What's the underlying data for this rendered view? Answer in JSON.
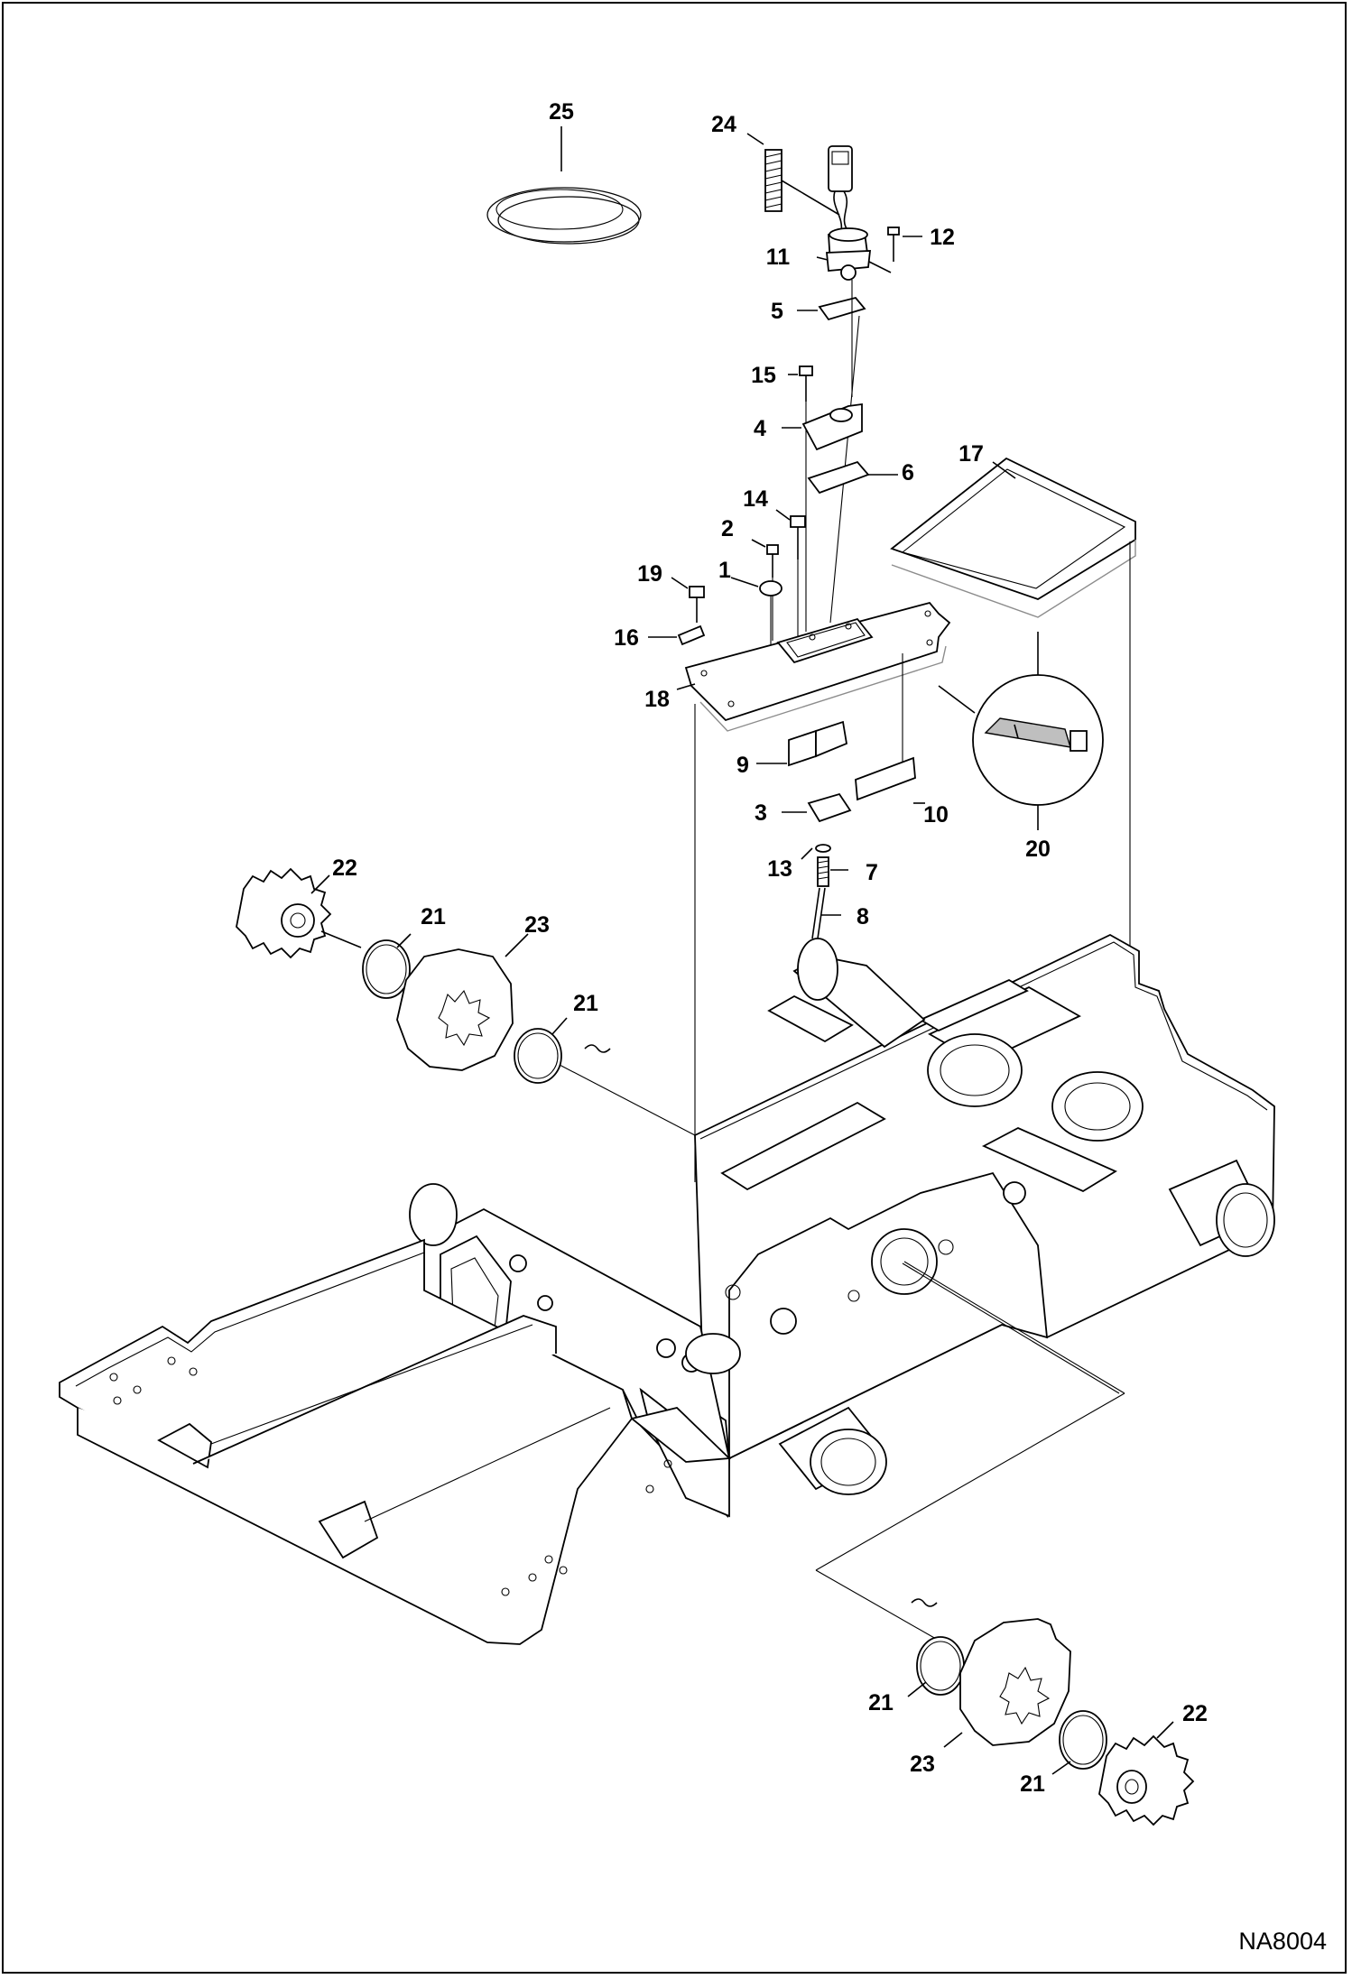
{
  "diagram": {
    "code": "NA8004",
    "callouts": [
      "25",
      "24",
      "12",
      "11",
      "5",
      "15",
      "4",
      "6",
      "17",
      "14",
      "2",
      "19",
      "1",
      "16",
      "18",
      "9",
      "10",
      "3",
      "20",
      "13",
      "7",
      "8",
      "22",
      "21",
      "23",
      "21",
      "21",
      "22",
      "21",
      "23",
      "21"
    ]
  }
}
